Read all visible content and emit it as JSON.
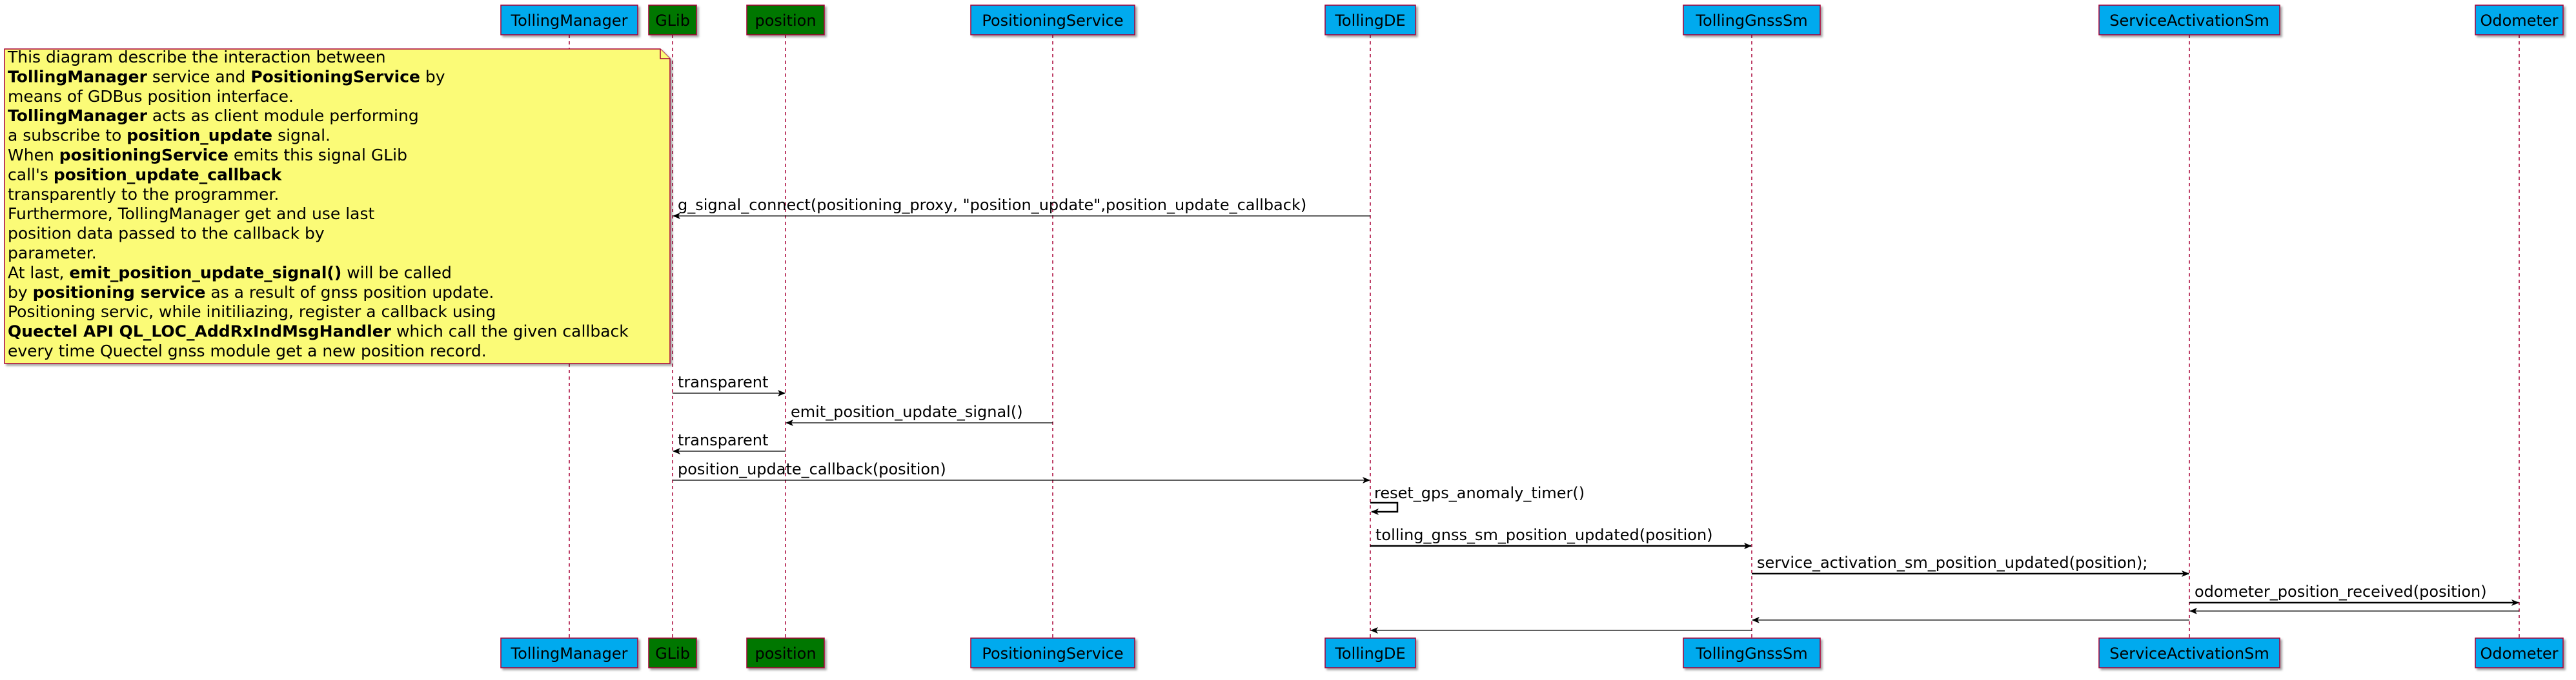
{
  "participants": [
    {
      "id": "tm",
      "label": "TollingManager",
      "fill": "#00aaee"
    },
    {
      "id": "gl",
      "label": "GLib",
      "fill": "#007700"
    },
    {
      "id": "pos",
      "label": "position",
      "fill": "#007700"
    },
    {
      "id": "ps",
      "label": "PositioningService",
      "fill": "#00aaee"
    },
    {
      "id": "td",
      "label": "TollingDE",
      "fill": "#00aaee"
    },
    {
      "id": "tg",
      "label": "TollingGnssSm",
      "fill": "#00aaee"
    },
    {
      "id": "sa",
      "label": "ServiceActivationSm",
      "fill": "#00aaee"
    },
    {
      "id": "od",
      "label": "Odometer",
      "fill": "#00aaee"
    }
  ],
  "messages": [
    {
      "from": "td",
      "to": "gl",
      "label": "g_signal_connect(positioning_proxy, \"position_update\",position_update_callback)"
    },
    {
      "from": "gl",
      "to": "pos",
      "label": "transparent"
    },
    {
      "from": "ps",
      "to": "pos",
      "label": "emit_position_update_signal()"
    },
    {
      "from": "pos",
      "to": "gl",
      "label": "transparent"
    },
    {
      "from": "gl",
      "to": "td",
      "label": "position_update_callback(position)"
    },
    {
      "from": "td",
      "to": "td",
      "label": "reset_gps_anomaly_timer()",
      "self": true,
      "bold": true
    },
    {
      "from": "td",
      "to": "tg",
      "label": "tolling_gnss_sm_position_updated(position)",
      "bold": true
    },
    {
      "from": "tg",
      "to": "sa",
      "label": "service_activation_sm_position_updated(position);",
      "bold": true
    },
    {
      "from": "sa",
      "to": "od",
      "label": "odometer_position_received(position)",
      "bold": true
    },
    {
      "from": "od",
      "to": "sa",
      "label": ""
    },
    {
      "from": "sa",
      "to": "tg",
      "label": ""
    },
    {
      "from": "tg",
      "to": "td",
      "label": ""
    }
  ],
  "note": {
    "fill": "#fbfb77",
    "border": "#a80036",
    "lines": [
      [
        {
          "t": "This diagram describe the interaction between"
        }
      ],
      [
        {
          "t": "TollingManager",
          "b": true
        },
        {
          "t": " service and "
        },
        {
          "t": "PositioningService",
          "b": true
        },
        {
          "t": " by"
        }
      ],
      [
        {
          "t": "means of GDBus position interface."
        }
      ],
      [
        {
          "t": "TollingManager",
          "b": true
        },
        {
          "t": " acts as client module performing"
        }
      ],
      [
        {
          "t": "a subscribe to "
        },
        {
          "t": "position_update",
          "b": true
        },
        {
          "t": " signal."
        }
      ],
      [
        {
          "t": "When "
        },
        {
          "t": "positioningService",
          "b": true
        },
        {
          "t": " emits this signal GLib"
        }
      ],
      [
        {
          "t": "call's "
        },
        {
          "t": "position_update_callback",
          "b": true
        }
      ],
      [
        {
          "t": "transparently to the programmer."
        }
      ],
      [
        {
          "t": "Furthermore, TollingManager get and use last"
        }
      ],
      [
        {
          "t": "position data passed to the callback by"
        }
      ],
      [
        {
          "t": "parameter."
        }
      ],
      [
        {
          "t": "At last,  "
        },
        {
          "t": "emit_position_update_signal()",
          "b": true
        },
        {
          "t": " will be called"
        }
      ],
      [
        {
          "t": "by "
        },
        {
          "t": "positioning service",
          "b": true
        },
        {
          "t": " as a result of gnss position update."
        }
      ],
      [
        {
          "t": "Positioning servic, while initiliazing, register a callback using"
        }
      ],
      [
        {
          "t": "Quectel API QL_LOC_AddRxIndMsgHandler",
          "b": true
        },
        {
          "t": " which call the given callback"
        }
      ],
      [
        {
          "t": "every time Quectel gnss module get a new position record."
        }
      ]
    ]
  },
  "colors": {
    "lifeline": "#a80036",
    "box_border": "#a80036",
    "arrow": "#000000",
    "text_on_blue": "#000000",
    "text_on_green": "#000000"
  }
}
